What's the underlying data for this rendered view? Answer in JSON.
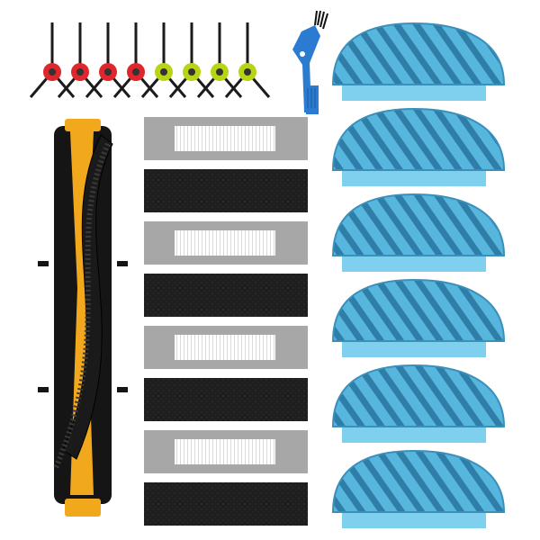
{
  "scene": {
    "background": "#ffffff",
    "colors": {
      "brush_red": "#e0262d",
      "brush_green": "#b8d414",
      "brush_arm": "#1b1b1b",
      "roller_core": "#f2a81d",
      "roller_rubber": "#151515",
      "hepa_frame": "#a7a7a7",
      "hepa_pleat": "#ffffff",
      "sponge": "#1e1e1e",
      "mop_light": "#57b6dd",
      "mop_stripe": "#2f7ea8",
      "mop_tab": "#7fd0ef",
      "tool_blue": "#2b7bd0"
    },
    "side_brushes": {
      "red_count": 4,
      "green_count": 4
    },
    "filters": {
      "hepa_count": 4,
      "sponge_count": 4
    },
    "mop_pads": {
      "count": 6
    },
    "main_brush": {
      "count": 1
    },
    "cleaning_tool": {
      "count": 1
    }
  }
}
